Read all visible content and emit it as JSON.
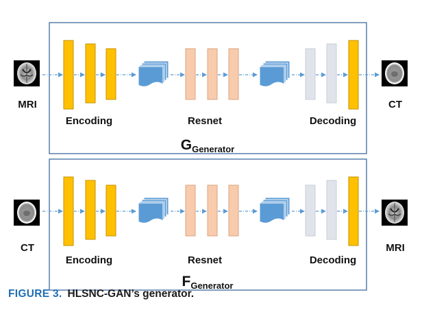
{
  "panels": [
    {
      "input_label": "MRI",
      "output_label": "CT",
      "encoding_label": "Encoding",
      "resnet_label": "Resnet",
      "decoding_label": "Decoding",
      "title_main": "G",
      "title_sub": "Generator",
      "input_image": "mri-slice",
      "output_image": "ct-slice"
    },
    {
      "input_label": "CT",
      "output_label": "MRI",
      "encoding_label": "Encoding",
      "resnet_label": "Resnet",
      "decoding_label": "Decoding",
      "title_main": "F",
      "title_sub": "Generator",
      "input_image": "ct-slice",
      "output_image": "mri-slice"
    }
  ],
  "caption": {
    "figure_number": "FIGURE 3.",
    "text": "HLSNC-GAN’s generator."
  },
  "colors": {
    "encoder": "#ffc000",
    "resnet": "#f8cbad",
    "decoder_light": "#e0e3ea",
    "decoder_dark": "#ffc000",
    "feature_map": "#5b9bd5",
    "arrow": "#5b9bd5",
    "frame": "#2e5e97",
    "caption_blue": "#1f6db3"
  }
}
